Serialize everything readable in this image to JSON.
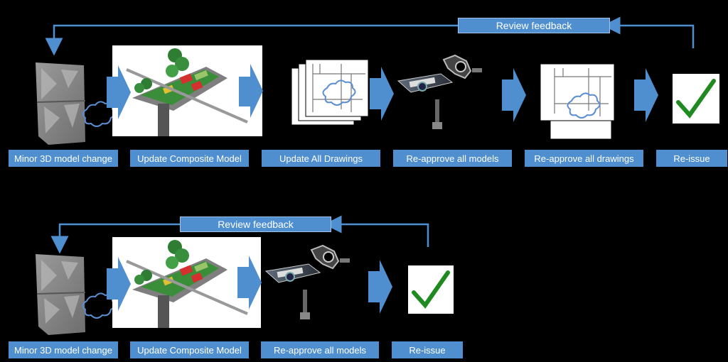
{
  "rows": [
    {
      "feedback_label": "Review feedback",
      "steps": [
        {
          "label": "Minor 3D model change",
          "icon": "facade-model-icon"
        },
        {
          "label": "Update Composite Model",
          "icon": "composite-model-icon"
        },
        {
          "label": "Update All Drawings",
          "icon": "drawings-stack-icon"
        },
        {
          "label": "Re-approve all models",
          "icon": "model-parts-icon"
        },
        {
          "label": "Re-approve all drawings",
          "icon": "drawings-stack-icon"
        },
        {
          "label": "Re-issue",
          "icon": "checkmark-icon"
        }
      ]
    },
    {
      "feedback_label": "Review feedback",
      "steps": [
        {
          "label": "Minor 3D model change",
          "icon": "facade-model-icon"
        },
        {
          "label": "Update Composite Model",
          "icon": "composite-model-icon"
        },
        {
          "label": "Re-approve all models",
          "icon": "model-parts-icon"
        },
        {
          "label": "Re-issue",
          "icon": "checkmark-icon"
        }
      ]
    }
  ],
  "colors": {
    "accent": "#4f8fcf",
    "check": "#1f8a1f",
    "background": "#000000"
  }
}
